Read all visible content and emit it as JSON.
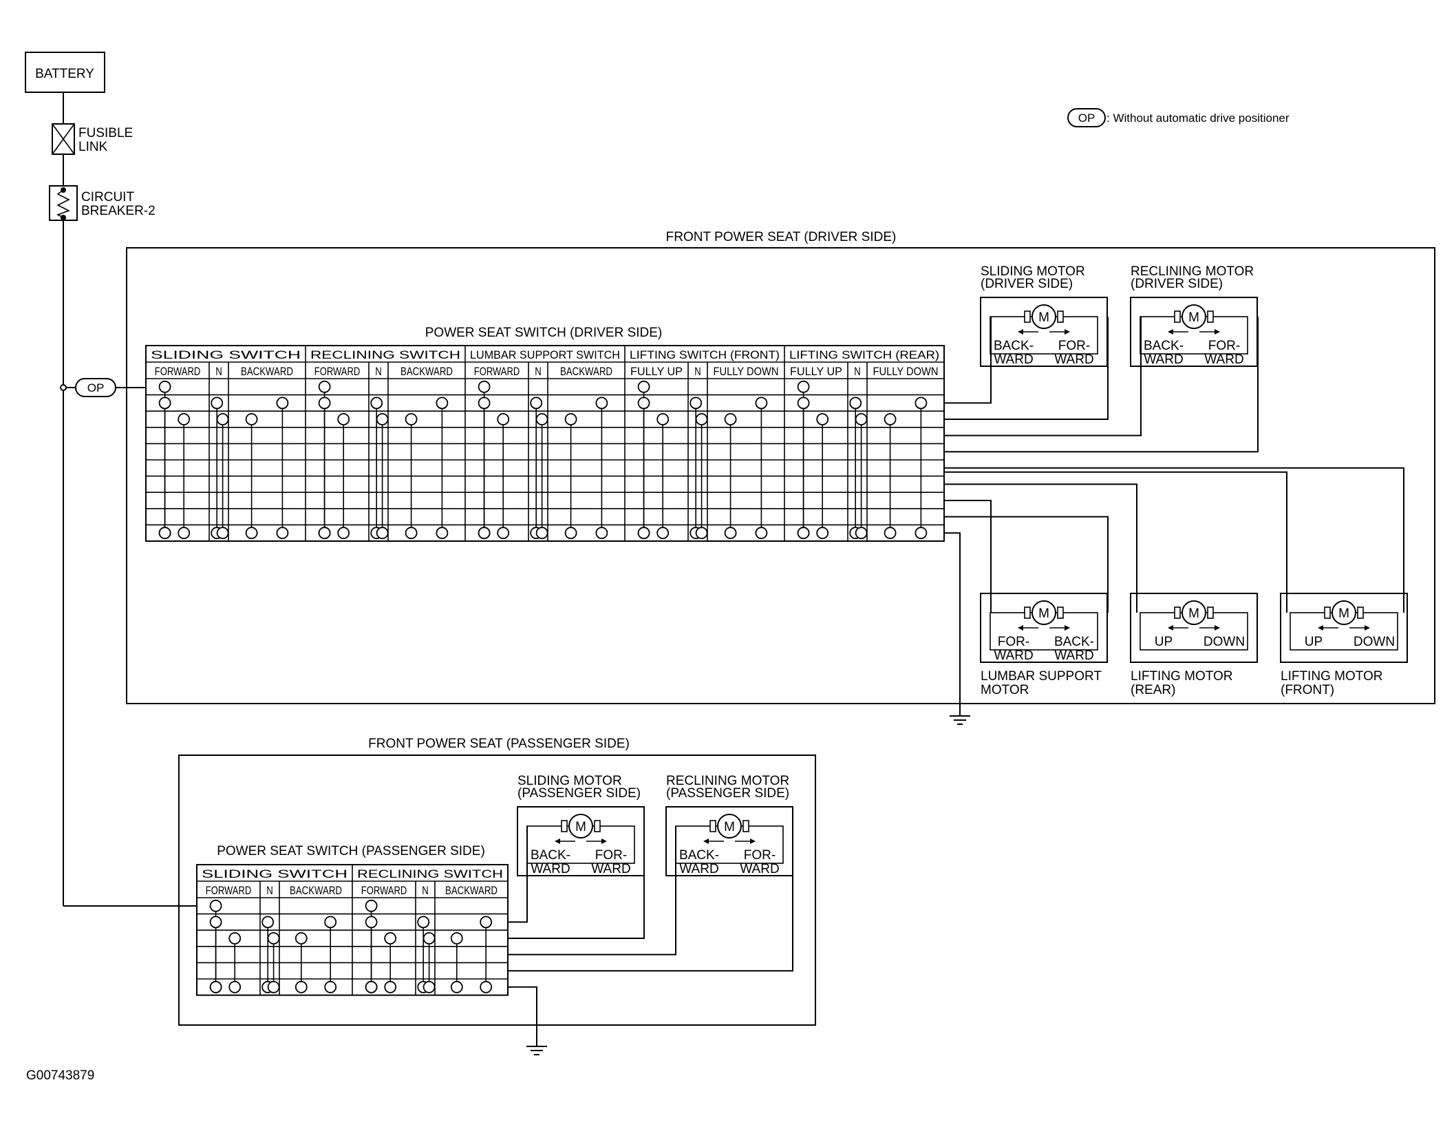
{
  "battery": "BATTERY",
  "fusible_link": [
    "FUSIBLE",
    "LINK"
  ],
  "circuit_breaker": [
    "CIRCUIT",
    "BREAKER-2"
  ],
  "op_legend": {
    "tag": "OP",
    "text": ": Without automatic drive positioner"
  },
  "op_tag": "OP",
  "driver": {
    "title": "FRONT POWER SEAT (DRIVER SIDE)",
    "switch_title": "POWER SEAT SWITCH (DRIVER SIDE)",
    "groups": [
      {
        "name": "SLIDING SWITCH",
        "cols": [
          "FORWARD",
          "N",
          "BACKWARD"
        ]
      },
      {
        "name": "RECLINING SWITCH",
        "cols": [
          "FORWARD",
          "N",
          "BACKWARD"
        ]
      },
      {
        "name": "LUMBAR SUPPORT SWITCH",
        "cols": [
          "FORWARD",
          "N",
          "BACKWARD"
        ]
      },
      {
        "name": "LIFTING SWITCH (FRONT)",
        "cols": [
          "FULLY UP",
          "N",
          "FULLY DOWN"
        ]
      },
      {
        "name": "LIFTING SWITCH (REAR)",
        "cols": [
          "FULLY UP",
          "N",
          "FULLY DOWN"
        ]
      }
    ],
    "motors_top": [
      {
        "title": [
          "SLIDING MOTOR",
          "(DRIVER SIDE)"
        ],
        "left": [
          "BACK-",
          "WARD"
        ],
        "right": [
          "FOR-",
          "WARD"
        ]
      },
      {
        "title": [
          "RECLINING MOTOR",
          "(DRIVER SIDE)"
        ],
        "left": [
          "BACK-",
          "WARD"
        ],
        "right": [
          "FOR-",
          "WARD"
        ]
      }
    ],
    "motors_bottom": [
      {
        "title": [
          "LUMBAR SUPPORT",
          "MOTOR"
        ],
        "left": [
          "FOR-",
          "WARD"
        ],
        "right": [
          "BACK-",
          "WARD"
        ]
      },
      {
        "title": [
          "LIFTING MOTOR",
          "(REAR)"
        ],
        "left": [
          "UP"
        ],
        "right": [
          "DOWN"
        ]
      },
      {
        "title": [
          "LIFTING MOTOR",
          "(FRONT)"
        ],
        "left": [
          "UP"
        ],
        "right": [
          "DOWN"
        ]
      }
    ]
  },
  "passenger": {
    "title": "FRONT POWER SEAT (PASSENGER SIDE)",
    "switch_title": "POWER SEAT SWITCH (PASSENGER SIDE)",
    "groups": [
      {
        "name": "SLIDING SWITCH",
        "cols": [
          "FORWARD",
          "N",
          "BACKWARD"
        ]
      },
      {
        "name": "RECLINING SWITCH",
        "cols": [
          "FORWARD",
          "N",
          "BACKWARD"
        ]
      }
    ],
    "motors": [
      {
        "title": [
          "SLIDING MOTOR",
          "(PASSENGER SIDE)"
        ],
        "left": [
          "BACK-",
          "WARD"
        ],
        "right": [
          "FOR-",
          "WARD"
        ]
      },
      {
        "title": [
          "RECLINING MOTOR",
          "(PASSENGER SIDE)"
        ],
        "left": [
          "BACK-",
          "WARD"
        ],
        "right": [
          "FOR-",
          "WARD"
        ]
      }
    ]
  },
  "motor_symbol": "M",
  "figure_id": "G00743879"
}
